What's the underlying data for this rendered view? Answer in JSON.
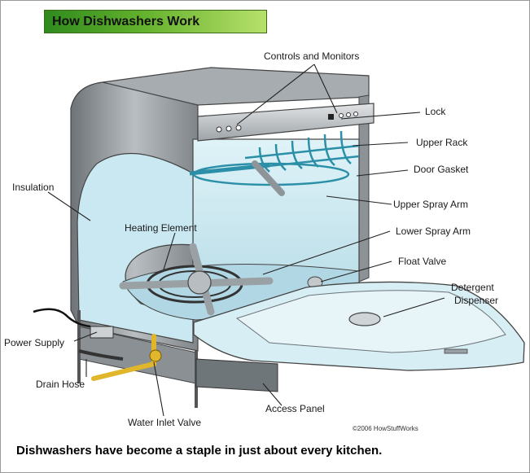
{
  "title": "How Dishwashers Work",
  "labels": {
    "controls": "Controls and Monitors",
    "lock": "Lock",
    "upper_rack": "Upper Rack",
    "door_gasket": "Door Gasket",
    "insulation": "Insulation",
    "upper_spray_arm": "Upper Spray Arm",
    "heating_element": "Heating Element",
    "lower_spray_arm": "Lower Spray Arm",
    "float_valve": "Float Valve",
    "detergent_1": "Detergent",
    "detergent_2": "Dispenser",
    "power_supply": "Power Supply",
    "drain_hose": "Drain Hose",
    "access_panel": "Access Panel",
    "water_inlet_valve": "Water Inlet Valve"
  },
  "copyright": "©2006 HowStuffWorks",
  "caption": "Dishwashers have become a staple in just about every kitchen.",
  "colors": {
    "banner_green": "#64b22d",
    "tub_blue": "#cfeaf2",
    "steel_gray": "#8f959a",
    "inlet_pipe": "#e0b62a"
  }
}
